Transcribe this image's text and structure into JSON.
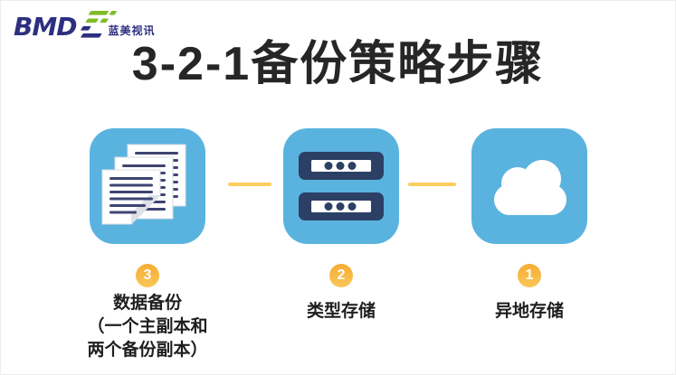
{
  "logo": {
    "brand": "BMD",
    "subtitle": "蓝美视讯"
  },
  "title": "3-2-1备份策略步骤",
  "steps": [
    {
      "number": "3",
      "icon": "documents-icon",
      "label": "数据备份",
      "sublabel_lines": [
        "（一个主副本和",
        "两个备份副本）"
      ]
    },
    {
      "number": "2",
      "icon": "server-stack-icon",
      "label": "类型存储",
      "sublabel_lines": []
    },
    {
      "number": "1",
      "icon": "cloud-icon",
      "label": "异地存储",
      "sublabel_lines": []
    }
  ],
  "colors": {
    "tile_blue": "#5ab3df",
    "server_navy": "#2c4066",
    "document_line_navy": "#3e4470",
    "connector_yellow": "#fdce5f",
    "badge_orange": "#f7b53f",
    "logo_indigo": "#2d2f80",
    "logo_green": "#7fbc28",
    "title_black": "#262626"
  }
}
